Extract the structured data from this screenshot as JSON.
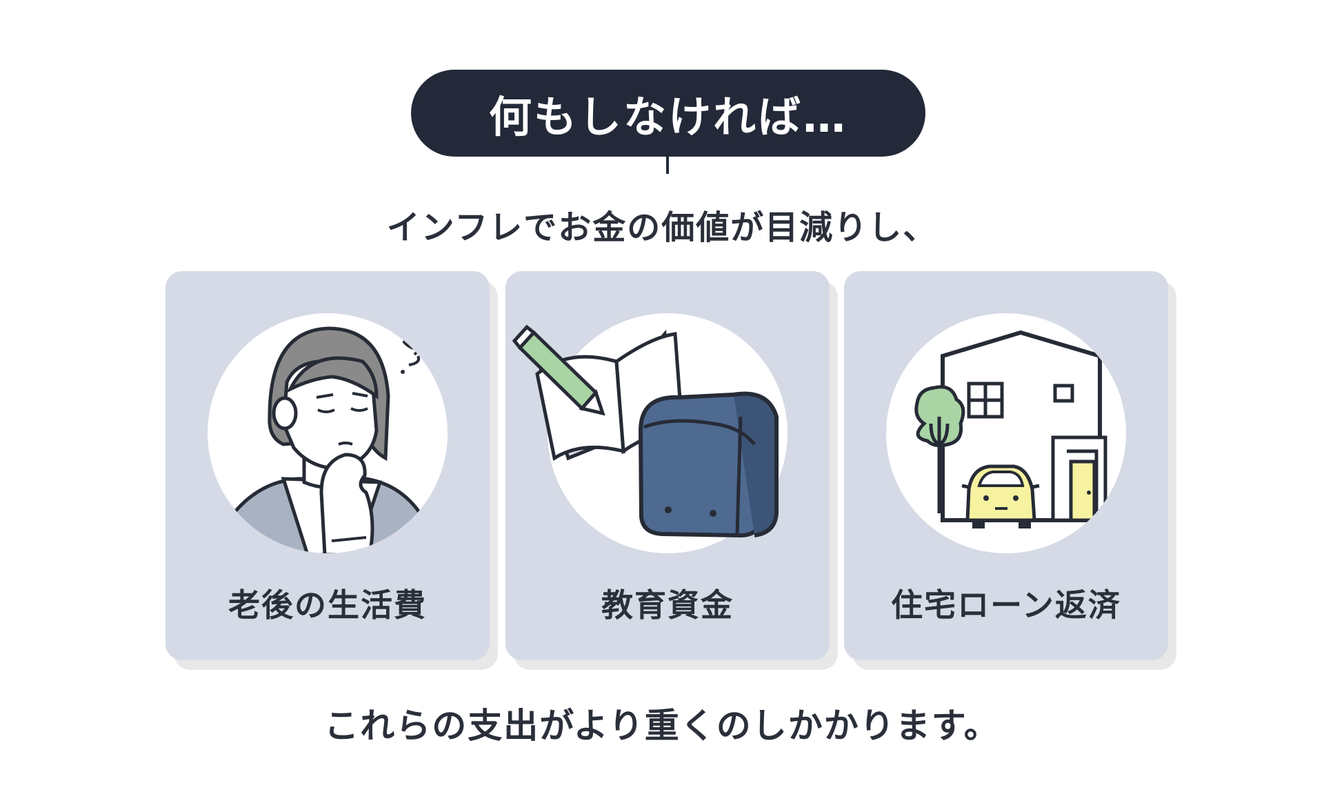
{
  "header": {
    "title": "何もしなければ…"
  },
  "intro": "インフレでお金の価値が目減りし、",
  "cards": [
    {
      "label": "老後の生活費",
      "icon": "thinking-person-icon"
    },
    {
      "label": "教育資金",
      "icon": "school-bag-notebook-icon"
    },
    {
      "label": "住宅ローン返済",
      "icon": "house-car-icon"
    }
  ],
  "outro": "これらの支出がより重くのしかかります。",
  "colors": {
    "pill_bg": "#232938",
    "card_bg": "#d5dae6",
    "bag_blue": "#4f6a90",
    "pencil_green": "#a9d4a4",
    "car_yellow": "#f6f2a0"
  }
}
